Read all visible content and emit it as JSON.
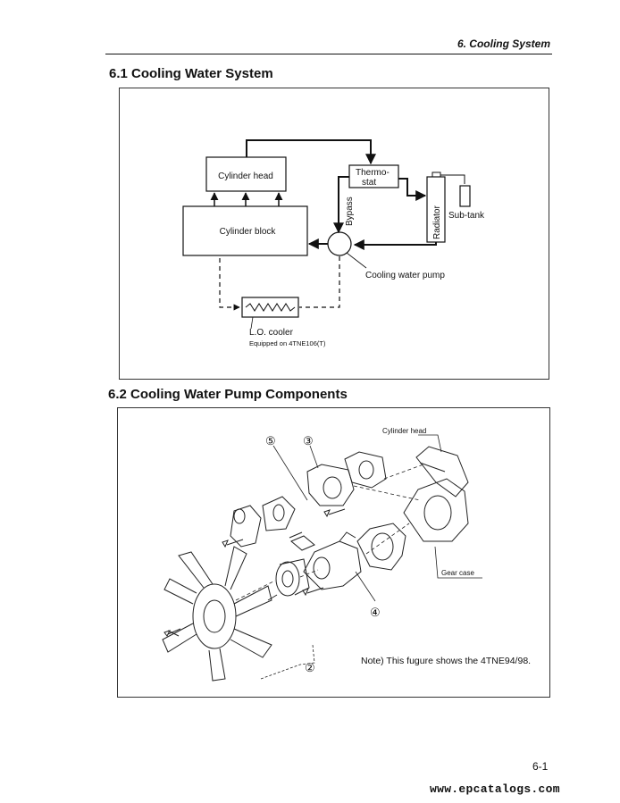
{
  "header": {
    "chapter": "6. Cooling System"
  },
  "section1": {
    "title": "6.1 Cooling Water System",
    "diagram": {
      "cylinder_head": "Cylinder head",
      "cylinder_block": "Cylinder block",
      "thermostat_line1": "Thermo-",
      "thermostat_line2": "stat",
      "bypass": "Bypass",
      "radiator": "Radiator",
      "sub_tank": "Sub-tank",
      "pump": "Cooling water pump",
      "lo_cooler": "L.O. cooler",
      "lo_note": "Equipped on 4TNE106(T)"
    }
  },
  "section2": {
    "title": "6.2 Cooling Water Pump Components",
    "labels": {
      "cylinder_head": "Cylinder head",
      "gear_case": "Gear case",
      "num5": "⑤",
      "num3": "③",
      "num4": "④",
      "num2": "②",
      "note": "Note) This fugure shows the 4TNE94/98."
    }
  },
  "footer": {
    "page_number": "6-1",
    "website": "www.epcatalogs.com"
  }
}
